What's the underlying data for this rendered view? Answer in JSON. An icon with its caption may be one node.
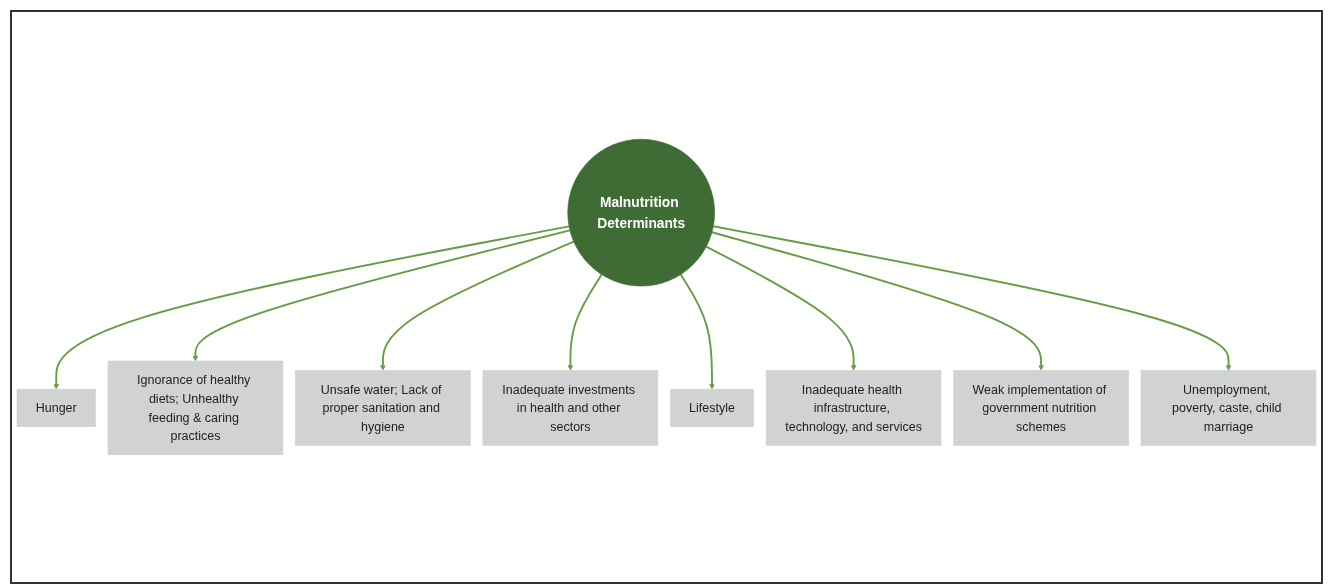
{
  "diagram": {
    "nodes": [
      {
        "text": [
          "Hunger"
        ]
      },
      {
        "text": [
          "Unemployment, poverty, caste, child marriage"
        ]
      },
      {
        "text": [
          "Ignorance of healthy diets; Unhealthy feeding & caring practices"
        ]
      },
      {
        "text": [
          "Weak implementation of government nutrition schemes"
        ]
      },
      {
        "text": [
          "Malnutrition Determinants"
        ]
      },
      {
        "text": [
          "Unsafe water; Lack of proper sanitation and hygiene"
        ]
      },
      {
        "text": [
          "Inadequate health infrastructure, technology, and services"
        ]
      },
      {
        "text": [
          "Inadequate investments in health and other sectors"
        ]
      },
      {
        "text": [
          "Lifestyle"
        ]
      }
    ],
    "edges": [
      {
        "from": 4,
        "to": 0,
        "arrow": "to"
      },
      {
        "from": 4,
        "to": 2,
        "arrow": "to"
      },
      {
        "from": 4,
        "to": 5,
        "arrow": "to"
      },
      {
        "from": 4,
        "to": 7,
        "arrow": "to"
      },
      {
        "from": 4,
        "to": 8,
        "arrow": "to"
      },
      {
        "from": 4,
        "to": 6,
        "arrow": "to"
      },
      {
        "from": 4,
        "to": 3,
        "arrow": "to"
      },
      {
        "from": 4,
        "to": 1,
        "arrow": "to"
      }
    ]
  }
}
